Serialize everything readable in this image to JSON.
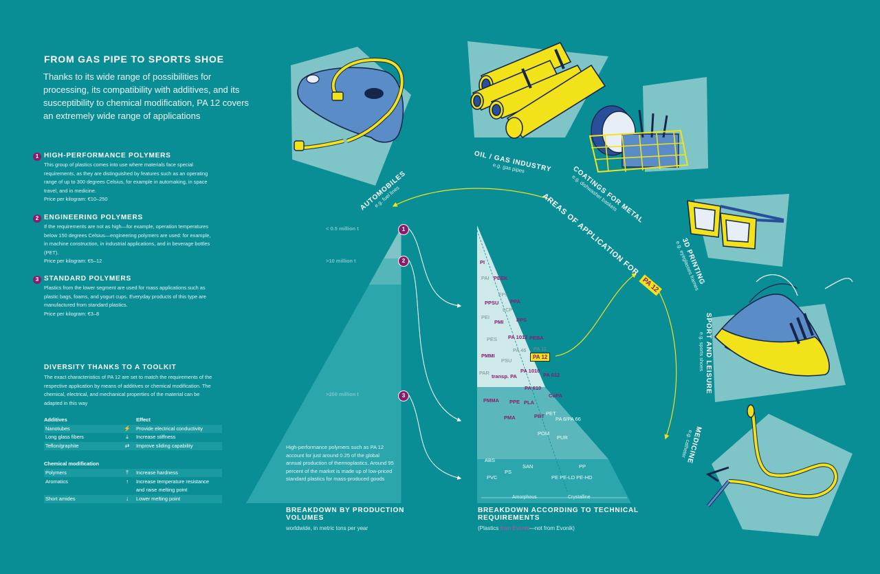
{
  "heading": "FROM GAS PIPE TO SPORTS SHOE",
  "intro": "Thanks to its wide range of possibilities for processing, its compatibility with additives, and its susceptibility to chemical modification, PA 12 covers an extremely wide range of applications",
  "sections": [
    {
      "num": "1",
      "title": "HIGH-PERFORMANCE POLYMERS",
      "body": "This group of plastics comes into use where materials face special requirements, as they are distinguished by features such as an operating range of up to 300 degrees Celsius, for example in automaking, in space travel, and in medicine.",
      "price": "Price per kilogram: €10–250"
    },
    {
      "num": "2",
      "title": "ENGINEERING POLYMERS",
      "body": "If the requirements are not as high—for example, operation temperatures below 150 degrees Celsius—engineering polymers are used: for example, in machine construction, in industrial applications, and in beverage bottles (PET).",
      "price": "Price per kilogram: €5–12"
    },
    {
      "num": "3",
      "title": "STANDARD POLYMERS",
      "body": "Plastics from the lower segment are used for mass applications such as plastic bags, foams, and yogurt cups. Everyday products of this type are manufactured from standard plastics.",
      "price": "Price per kilogram: €3–8"
    }
  ],
  "toolkit": {
    "title": "DIVERSITY THANKS TO A TOOLKIT",
    "body": "The exact characteristics of PA 12 are set to match the requirements of the respective application by means of additives or chemical modification. The chemical, electrical, and mechanical properties of the material can be adapted in this way",
    "col1_header": "Additives",
    "col2_header": "Effect",
    "additives": [
      {
        "name": "Nanotubes",
        "icon": "⚡",
        "effect": "Provide electrical conductivity"
      },
      {
        "name": "Long glass fibers",
        "icon": "⤓",
        "effect": "Increase stiffness"
      },
      {
        "name": "Teflon/graphite",
        "icon": "⇄",
        "effect": "Improve sliding capability"
      }
    ],
    "chem_header": "Chemical modification",
    "chem": [
      {
        "name": "Polymers",
        "icon": "⤒",
        "effect": "Increase hardness"
      },
      {
        "name": "Aromatics",
        "icon": "🌡",
        "effect": "Increase temperature resistance",
        "effect2": "and raise melting point"
      },
      {
        "name": "Short amides",
        "icon": "🌡",
        "effect": "Lower melting point"
      }
    ]
  },
  "production": {
    "tiers": [
      {
        "num": "1",
        "label": "< 0.5 million t"
      },
      {
        "num": "2",
        "label": ">10 million t"
      },
      {
        "num": "3",
        "label": ">200 million t"
      }
    ],
    "note": "High-performance polymers such as PA 12 account for just around 0.25 of the global annual production of thermoplastics. Around 95 percent of the market is made up of low-priced standard plastics for mass-produced goods",
    "title": "BREAKDOWN BY PRODUCTION VOLUMES",
    "subtitle": "worldwide, in metric tons per year"
  },
  "technical": {
    "title": "BREAKDOWN ACCORDING TO TECHNICAL REQUIREMENTS",
    "subtitle_a": "(Plastics ",
    "subtitle_b": "from Evonik",
    "subtitle_c": "—not from Evonik)",
    "amorphous": "Amorphous",
    "crystalline": "Crystalline",
    "evonik": [
      {
        "t": "PI"
      },
      {
        "t": "PEEK"
      },
      {
        "t": "PPSU"
      },
      {
        "t": "PPA"
      },
      {
        "t": "PMI"
      },
      {
        "t": "PPS"
      },
      {
        "t": "PA 1012"
      },
      {
        "t": "PEBA"
      },
      {
        "t": "PMMI"
      },
      {
        "t": "transp. PA"
      },
      {
        "t": "PA 1010"
      },
      {
        "t": "PA 612"
      },
      {
        "t": "PA 610"
      },
      {
        "t": "CoPA"
      },
      {
        "t": "PMMA"
      },
      {
        "t": "PPE"
      },
      {
        "t": "PLA"
      },
      {
        "t": "PMA"
      },
      {
        "t": "PBT"
      }
    ],
    "others": [
      {
        "t": "PAI"
      },
      {
        "t": "FPs"
      },
      {
        "t": "LCP"
      },
      {
        "t": "PEI"
      },
      {
        "t": "PES"
      },
      {
        "t": "PA 46"
      },
      {
        "t": "PA 11"
      },
      {
        "t": "PSU"
      },
      {
        "t": "PAR"
      },
      {
        "t": "PET"
      },
      {
        "t": "PA 6/PA 66"
      },
      {
        "t": "POM"
      },
      {
        "t": "PUR"
      },
      {
        "t": "ABS"
      },
      {
        "t": "SAN"
      },
      {
        "t": "PP"
      },
      {
        "t": "PS"
      },
      {
        "t": "PVC"
      },
      {
        "t": "PE PE-LD PE-HD"
      }
    ],
    "pa12": "PA 12"
  },
  "areas": {
    "arc_label": "AREAS OF APPLICATION FOR",
    "pa12": "PA 12",
    "apps": [
      {
        "name": "AUTOMOBILES",
        "sub": "e.g. fuel lines"
      },
      {
        "name": "OIL / GAS INDUSTRY",
        "sub": "e.g. gas pipes"
      },
      {
        "name": "COATINGS FOR METAL",
        "sub": "e.g. dishwasher baskets"
      },
      {
        "name": "3D PRINTING",
        "sub": "e.g. eyeglasses frames"
      },
      {
        "name": "SPORT AND LEISURE",
        "sub": "e.g. sports shoes"
      },
      {
        "name": "MEDICINE",
        "sub": "e.g. catheter"
      }
    ]
  },
  "colors": {
    "background": "#0a8e96",
    "evonik_purple": "#8a1c6d",
    "yellow": "#f2e21a",
    "shoe_blue": "#5a8cc8"
  }
}
